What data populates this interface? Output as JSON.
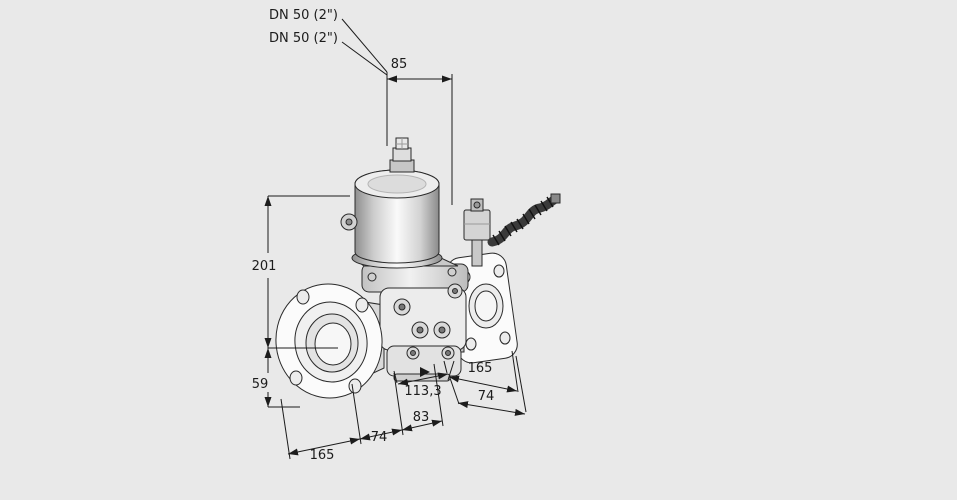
{
  "canvas": {
    "width": "957",
    "height": "500"
  },
  "colors": {
    "background": "#e9e9e9",
    "line": "#1c1c1c",
    "metal_light": "#f6f6f6",
    "metal_mid": "#d6d6d6",
    "metal_dark": "#909090"
  },
  "annotations": {
    "dn_label_top": "DN 50 (2\")",
    "dn_label_bottom": "DN 50 (2\")"
  },
  "dimensions": {
    "top_width": "85",
    "height_above_axis": "201",
    "height_below_axis": "59",
    "left_flange_diameter": "165",
    "bottom_width_left": "74",
    "bottom_width_right": "83",
    "bottom_depth": "113,3",
    "right_flange_diameter": "165",
    "right_depth": "74"
  }
}
